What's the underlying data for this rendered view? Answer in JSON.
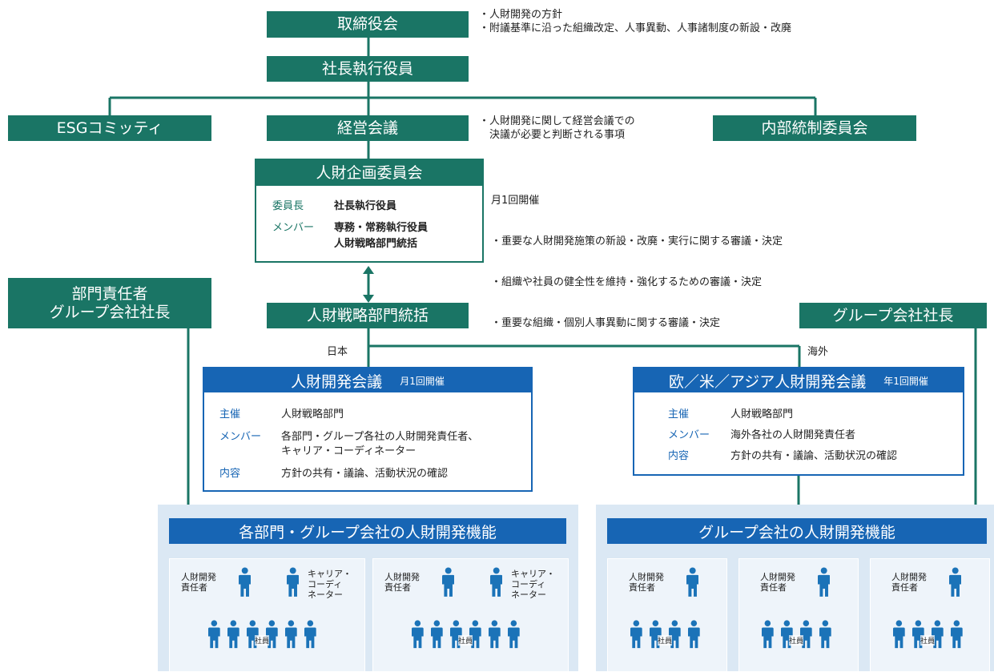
{
  "colors": {
    "green": "#1a7565",
    "blue": "#1765b4",
    "bg_panel": "#dbe8f4",
    "card_bg": "#eef4fa",
    "person": "#1b73b8"
  },
  "board": {
    "label": "取締役会",
    "notes": [
      "・人財開発の方針",
      "・附議基準に沿った組織改定、人事異動、人事諸制度の新設・改廃"
    ]
  },
  "executive": {
    "label": "社長執行役員"
  },
  "esg": {
    "label": "ESGコミッティ"
  },
  "mgmt": {
    "label": "経営会議",
    "notes": [
      "・人財開発に関して経営会議での",
      "　決議が必要と判断される事項"
    ]
  },
  "internal": {
    "label": "内部統制委員会"
  },
  "hr_committee": {
    "title": "人財企画委員会",
    "chair_key": "委員長",
    "chair_val": "社長執行役員",
    "member_key": "メンバー",
    "member_val1": "専務・常務執行役員",
    "member_val2": "人財戦略部門統括",
    "notes": [
      "月1回開催",
      "・重要な人財開発施策の新設・改廃・実行に関する審議・決定",
      "・組織や社員の健全性を維持・強化するための審議・決定",
      "・重要な組織・個別人事異動に関する審議・決定"
    ]
  },
  "dept_head": {
    "line1": "部門責任者",
    "line2": "グループ会社社長"
  },
  "strategy": {
    "label": "人財戦略部門統括"
  },
  "group_president": {
    "label": "グループ会社社長"
  },
  "japan_label": "日本",
  "overseas_label": "海外",
  "jp_council": {
    "title": "人財開発会議",
    "freq": "月1回開催",
    "host_key": "主催",
    "host_val": "人財戦略部門",
    "member_key": "メンバー",
    "member_val1": "各部門・グループ各社の人財開発責任者、",
    "member_val2": "キャリア・コーディネーター",
    "content_key": "内容",
    "content_val": "方針の共有・議論、活動状況の確認"
  },
  "os_council": {
    "title": "欧／米／アジア人財開発会議",
    "freq": "年1回開催",
    "host_key": "主催",
    "host_val": "人財戦略部門",
    "member_key": "メンバー",
    "member_val": "海外各社の人財開発責任者",
    "content_key": "内容",
    "content_val": "方針の共有・議論、活動状況の確認"
  },
  "left_panel": {
    "title": "各部門・グループ会社の人財開発機能",
    "cards": [
      {
        "resp": "人財開発\n責任者",
        "coord": "キャリア・\nコーディ\nネーター",
        "staff": "社員"
      },
      {
        "resp": "人財開発\n責任者",
        "coord": "キャリア・\nコーディ\nネーター",
        "staff": "社員"
      }
    ]
  },
  "right_panel": {
    "title": "グループ会社の人財開発機能",
    "cards": [
      {
        "resp": "人財開発\n責任者",
        "staff": "社員"
      },
      {
        "resp": "人財開発\n責任者",
        "staff": "社員"
      },
      {
        "resp": "人財開発\n責任者",
        "staff": "社員"
      }
    ]
  }
}
